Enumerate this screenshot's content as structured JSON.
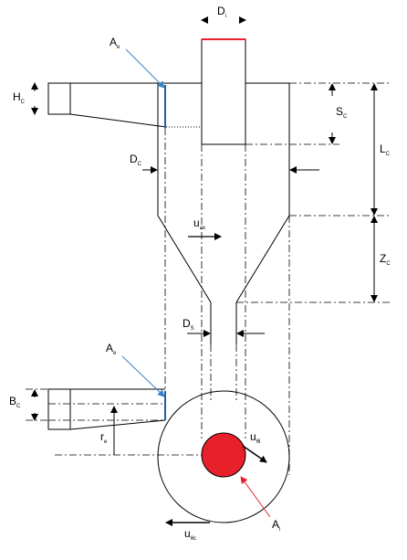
{
  "labels": {
    "top_width": {
      "main": "D",
      "sub": "i"
    },
    "top_inlet_area": {
      "main": "A",
      "sub": "e"
    },
    "inlet_height": {
      "main": "H",
      "sub": "C"
    },
    "inlet_depth": {
      "main": "S",
      "sub": "C"
    },
    "body_length": {
      "main": "L",
      "sub": "C"
    },
    "body_diameter": {
      "main": "D",
      "sub": "C"
    },
    "axial_velocity": {
      "main": "u",
      "sub": "ax"
    },
    "cone_length": {
      "main": "Z",
      "sub": "C"
    },
    "dust_outlet": {
      "main": "D",
      "sub": "S"
    },
    "plan_inlet_area": {
      "main": "A",
      "sub": "e"
    },
    "inlet_width": {
      "main": "B",
      "sub": "C"
    },
    "tangential_vel": {
      "main": "u",
      "sub": "θi"
    },
    "inlet_radius": {
      "main": "r",
      "sub": "e"
    },
    "inner_area": {
      "main": "A",
      "sub": "i"
    },
    "wall_velocity": {
      "main": "u",
      "sub": "θc"
    }
  },
  "colors": {
    "line": "#000000",
    "vortex_finder_top": "#e8202a",
    "inner_core": "#e8202a",
    "inlet_area_edge": "#1f5fa8",
    "leader_blue": "#3b82c4",
    "leader_red": "#e8202a"
  }
}
